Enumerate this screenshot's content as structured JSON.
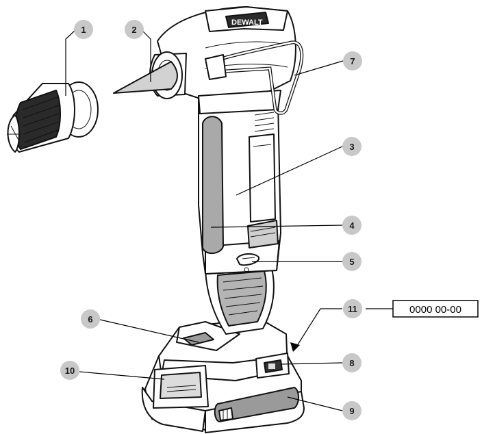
{
  "callouts": [
    "1",
    "2",
    "3",
    "4",
    "5",
    "6",
    "7",
    "8",
    "9",
    "10",
    "11"
  ],
  "date_code": "0000  00-00",
  "brand_text": "DEWALT",
  "colors": {
    "badge": "#c8c8c8",
    "grip": "#a9a9a9",
    "outline": "#111111"
  }
}
